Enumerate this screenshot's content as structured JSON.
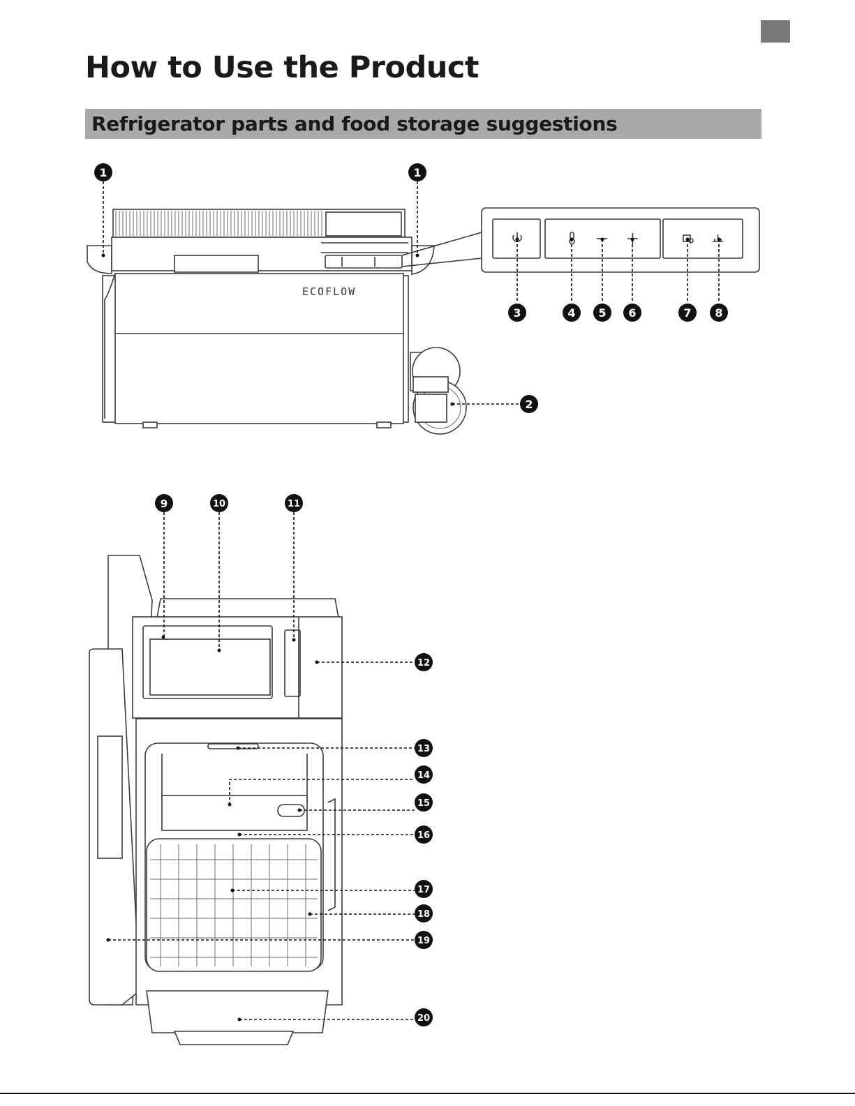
{
  "page": {
    "title": "How to Use the Product",
    "section_title": "Refrigerator parts and food storage suggestions",
    "marker_color": "#7a7a7a",
    "section_bar_color": "#a9a9ab"
  },
  "figure_front": {
    "brand_logo_text": "ECOFLOW",
    "callouts": [
      "1",
      "1",
      "2",
      "3",
      "4",
      "5",
      "6",
      "7",
      "8"
    ],
    "control_panel_icons": [
      "power-icon",
      "thermometer-icon",
      "minus-icon",
      "plus-icon",
      "ice-icon",
      "mode-icon"
    ]
  },
  "figure_open": {
    "callouts": [
      "9",
      "10",
      "11",
      "12",
      "13",
      "14",
      "15",
      "16",
      "17",
      "18",
      "19",
      "20"
    ]
  }
}
